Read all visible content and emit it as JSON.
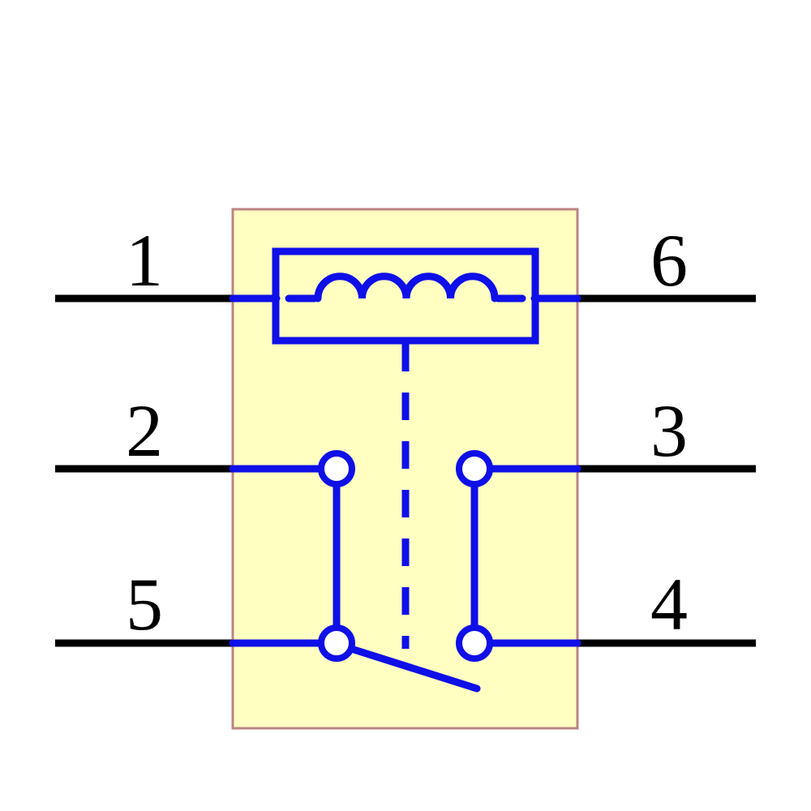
{
  "component": {
    "kind": "relay schematic symbol",
    "pin_numbers": {
      "top_left": "1",
      "top_right": "6",
      "middle_left": "2",
      "middle_right": "3",
      "bottom_left": "5",
      "bottom_right": "4"
    }
  },
  "colors": {
    "background": "#ffffff",
    "symbol": "#0f0fe8",
    "body-fill": "#ffffc2",
    "body-outline": "#bb8484",
    "pin": "#000000",
    "text": "#000000"
  }
}
